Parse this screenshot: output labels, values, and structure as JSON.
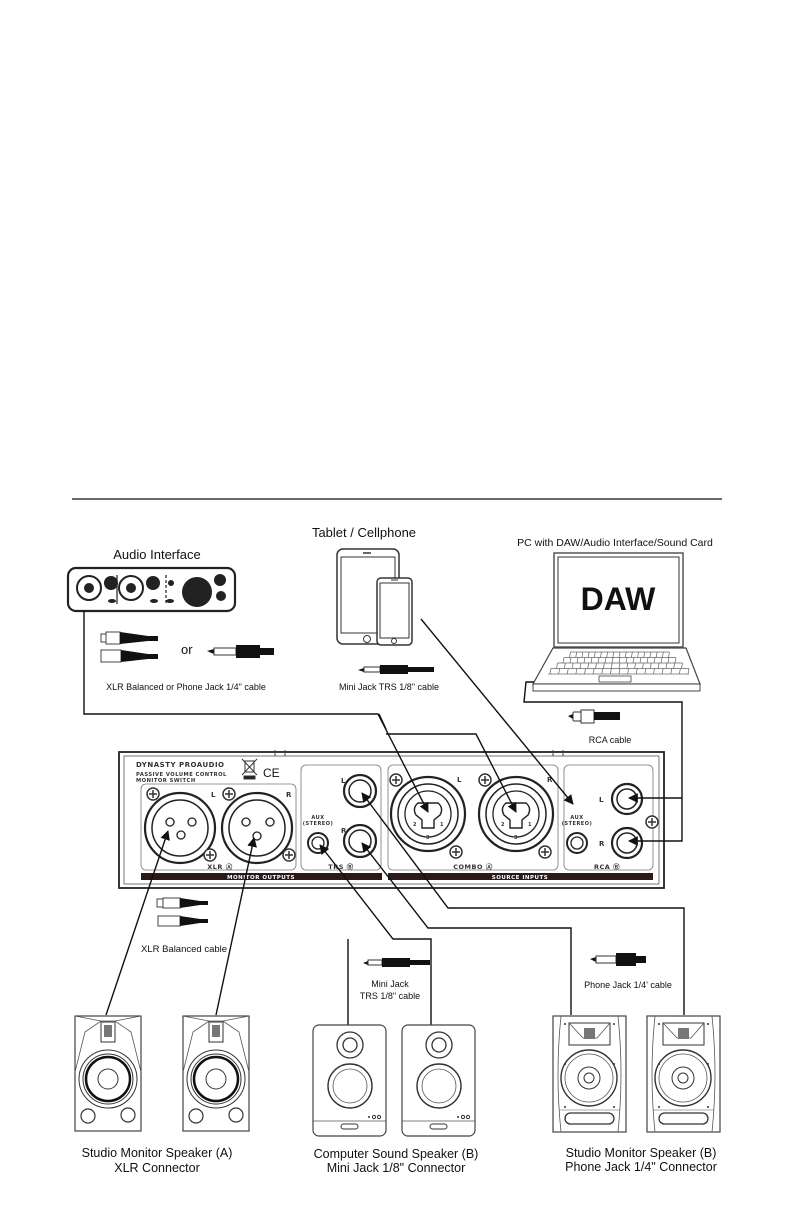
{
  "devices": {
    "audio_interface": {
      "title": "Audio Interface",
      "cable_label": "XLR Balanced or Phone Jack 1/4\" cable",
      "or_label": "or"
    },
    "tablet": {
      "title": "Tablet / Cellphone",
      "cable_label": "Mini Jack TRS 1/8\" cable"
    },
    "pc": {
      "title": "PC with DAW/Audio Interface/Sound Card",
      "screen_text": "DAW",
      "cable_label": "RCA cable"
    }
  },
  "panel": {
    "brand": "DYNASTY PROAUDIO",
    "model_line1": "PASSIVE VOLUME CONTROL",
    "model_line2": "MONITOR SWITCH",
    "ce_mark": "CE",
    "left_label": "L",
    "right_label": "R",
    "aux_label_line1": "AUX",
    "aux_label_line2": "(STEREO)",
    "xlr_section": "XLR Ⓐ",
    "trs_section": "TRS Ⓑ",
    "combo_section": "COMBO Ⓐ",
    "rca_section": "RCA Ⓑ",
    "monitor_outputs": "MONITOR OUTPUTS",
    "source_inputs": "SOURCE INPUTS",
    "combo_pins": [
      "1",
      "2",
      "3"
    ]
  },
  "outputs": {
    "xlr_cable_label": "XLR Balanced cable",
    "mini_cable_line1": "Mini Jack",
    "mini_cable_line2": "TRS 1/8\" cable",
    "phone_cable_label": "Phone Jack 1/4' cable",
    "speaker_a_line1": "Studio Monitor Speaker (A)",
    "speaker_a_line2": "XLR Connector",
    "computer_speaker_line1": "Computer Sound Speaker (B)",
    "computer_speaker_line2": "Mini Jack 1/8\" Connector",
    "speaker_b_line1": "Studio Monitor Speaker (B)",
    "speaker_b_line2": "Phone Jack 1/4\" Connector"
  }
}
